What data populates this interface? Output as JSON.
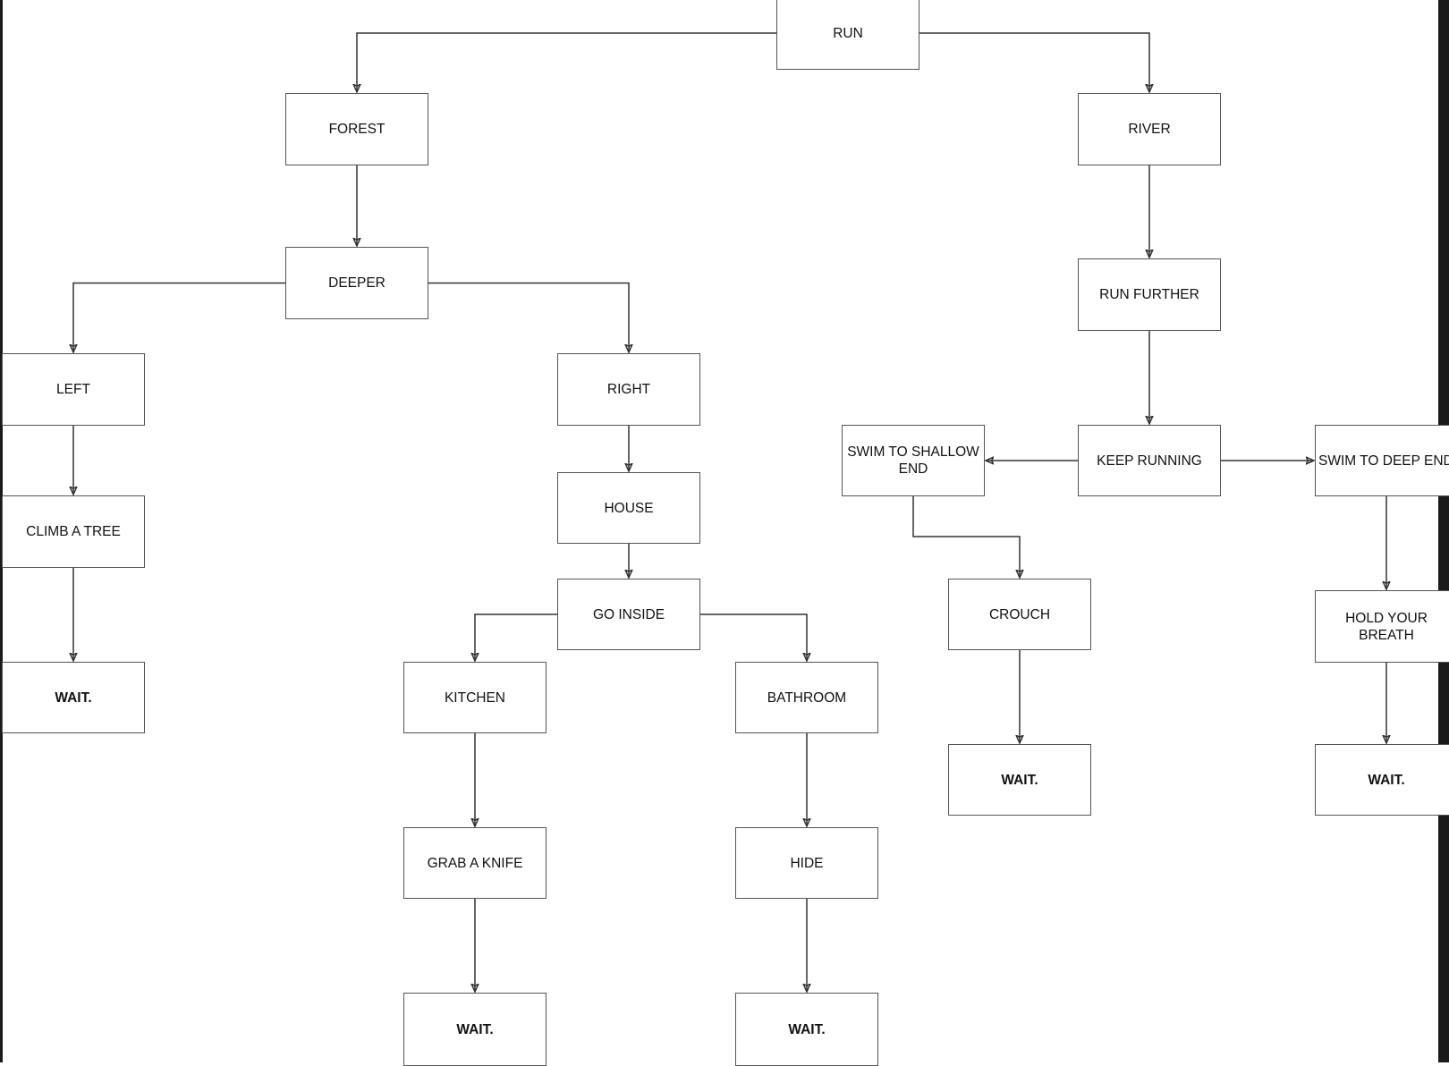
{
  "diagram": {
    "nodes": {
      "run": "RUN",
      "forest": "FOREST",
      "river": "RIVER",
      "deeper": "DEEPER",
      "run_further": "RUN FURTHER",
      "left": "LEFT",
      "right": "RIGHT",
      "keep_running": "KEEP RUNNING",
      "swim_shallow": "SWIM TO SHALLOW END",
      "swim_deep": "SWIM TO DEEP END",
      "climb_tree": "CLIMB A TREE",
      "house": "HOUSE",
      "go_inside": "GO INSIDE",
      "crouch": "CROUCH",
      "hold_breath": "HOLD YOUR BREATH",
      "wait_left": "WAIT.",
      "kitchen": "KITCHEN",
      "bathroom": "BATHROOM",
      "wait_crouch": "WAIT.",
      "wait_deep": "WAIT.",
      "grab_knife": "GRAB A KNIFE",
      "hide": "HIDE",
      "wait_kitchen": "WAIT.",
      "wait_bathroom": "WAIT."
    },
    "edges": [
      [
        "run",
        "forest"
      ],
      [
        "run",
        "river"
      ],
      [
        "forest",
        "deeper"
      ],
      [
        "deeper",
        "left"
      ],
      [
        "deeper",
        "right"
      ],
      [
        "left",
        "climb_tree"
      ],
      [
        "climb_tree",
        "wait_left"
      ],
      [
        "right",
        "house"
      ],
      [
        "house",
        "go_inside"
      ],
      [
        "go_inside",
        "kitchen"
      ],
      [
        "go_inside",
        "bathroom"
      ],
      [
        "kitchen",
        "grab_knife"
      ],
      [
        "grab_knife",
        "wait_kitchen"
      ],
      [
        "bathroom",
        "hide"
      ],
      [
        "hide",
        "wait_bathroom"
      ],
      [
        "river",
        "run_further"
      ],
      [
        "run_further",
        "keep_running"
      ],
      [
        "keep_running",
        "swim_shallow"
      ],
      [
        "keep_running",
        "swim_deep"
      ],
      [
        "swim_shallow",
        "crouch"
      ],
      [
        "crouch",
        "wait_crouch"
      ],
      [
        "swim_deep",
        "hold_breath"
      ],
      [
        "hold_breath",
        "wait_deep"
      ]
    ]
  },
  "colors": {
    "background": "#ffffff",
    "line": "#333333",
    "border": "#555555",
    "frame": "#1a1a1a"
  }
}
